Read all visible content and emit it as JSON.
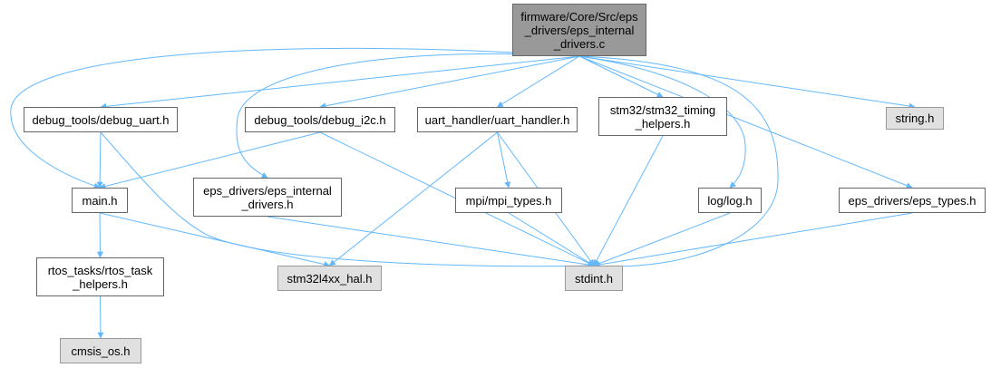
{
  "graph": {
    "nodes": {
      "root": {
        "lines": [
          "firmware/Core/Src/eps",
          "_drivers/eps_internal",
          "_drivers.c"
        ]
      },
      "debug_uart": {
        "lines": [
          "debug_tools/debug_uart.h"
        ]
      },
      "debug_i2c": {
        "lines": [
          "debug_tools/debug_i2c.h"
        ]
      },
      "uart_handler": {
        "lines": [
          "uart_handler/uart_handler.h"
        ]
      },
      "stm32_timing": {
        "lines": [
          "stm32/stm32_timing",
          "_helpers.h"
        ]
      },
      "string_h": {
        "lines": [
          "string.h"
        ]
      },
      "main_h": {
        "lines": [
          "main.h"
        ]
      },
      "eps_internal_h": {
        "lines": [
          "eps_drivers/eps_internal",
          "_drivers.h"
        ]
      },
      "mpi_types": {
        "lines": [
          "mpi/mpi_types.h"
        ]
      },
      "log_h": {
        "lines": [
          "log/log.h"
        ]
      },
      "eps_types": {
        "lines": [
          "eps_drivers/eps_types.h"
        ]
      },
      "rtos_helpers": {
        "lines": [
          "rtos_tasks/rtos_task",
          "_helpers.h"
        ]
      },
      "stm32l4xx_hal": {
        "lines": [
          "stm32l4xx_hal.h"
        ]
      },
      "stdint_h": {
        "lines": [
          "stdint.h"
        ]
      },
      "cmsis_os": {
        "lines": [
          "cmsis_os.h"
        ]
      }
    },
    "edges": [
      [
        "root",
        "debug_uart"
      ],
      [
        "root",
        "debug_i2c"
      ],
      [
        "root",
        "uart_handler"
      ],
      [
        "root",
        "stm32_timing"
      ],
      [
        "root",
        "string_h"
      ],
      [
        "root",
        "main_h"
      ],
      [
        "root",
        "eps_internal_h"
      ],
      [
        "root",
        "log_h"
      ],
      [
        "root",
        "eps_types"
      ],
      [
        "root",
        "stdint_h"
      ],
      [
        "debug_uart",
        "main_h"
      ],
      [
        "debug_uart",
        "stdint_h"
      ],
      [
        "debug_i2c",
        "main_h"
      ],
      [
        "debug_i2c",
        "stdint_h"
      ],
      [
        "uart_handler",
        "stm32l4xx_hal"
      ],
      [
        "uart_handler",
        "mpi_types"
      ],
      [
        "uart_handler",
        "stdint_h"
      ],
      [
        "stm32_timing",
        "stdint_h"
      ],
      [
        "main_h",
        "rtos_helpers"
      ],
      [
        "main_h",
        "stm32l4xx_hal"
      ],
      [
        "eps_internal_h",
        "stdint_h"
      ],
      [
        "mpi_types",
        "stdint_h"
      ],
      [
        "log_h",
        "stdint_h"
      ],
      [
        "eps_types",
        "stdint_h"
      ],
      [
        "rtos_helpers",
        "cmsis_os"
      ]
    ],
    "colors": {
      "edge": "#63b8ff",
      "node_border": "#666666",
      "system_header_fill": "#e0e0e0",
      "root_fill": "#999999"
    }
  }
}
